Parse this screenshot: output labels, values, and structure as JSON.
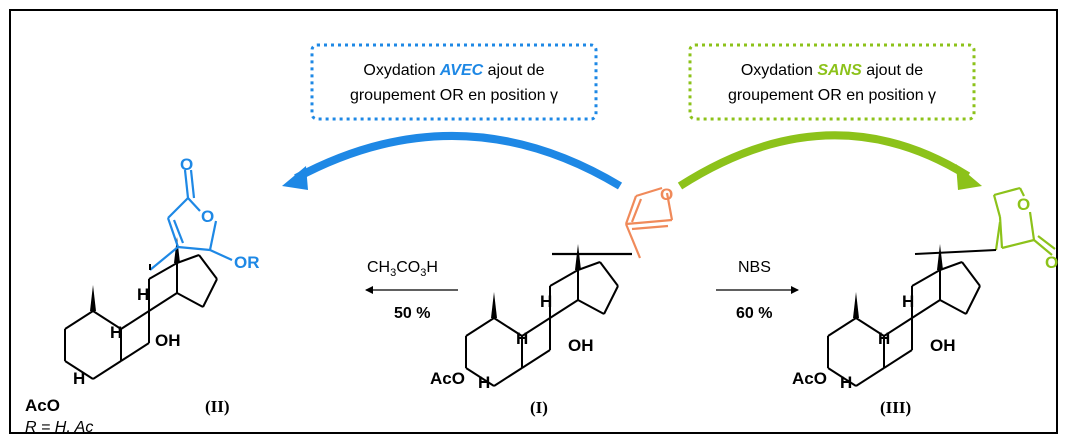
{
  "colors": {
    "blue": "#1e88e5",
    "green": "#8cc21a",
    "orange": "#f08a5a",
    "black": "#000000"
  },
  "box_left": {
    "line1_pre": "Oxydation ",
    "line1_em": "AVEC",
    "line1_post": " ajout de",
    "line2": "groupement OR en position γ"
  },
  "box_right": {
    "line1_pre": "Oxydation ",
    "line1_em": "SANS",
    "line1_post": " ajout de",
    "line2": "groupement OR en position γ"
  },
  "reaction_left": {
    "reagent_pre": "CH",
    "reagent_sub1": "3",
    "reagent_mid": "CO",
    "reagent_sub2": "3",
    "reagent_post": "H",
    "yield": "50 %"
  },
  "reaction_right": {
    "reagent": "NBS",
    "yield": "60 %"
  },
  "compounds": {
    "left": {
      "label": "(II)",
      "OR": "OR",
      "O_carbonyl": "O",
      "O_ring": "O",
      "AcO": "AcO",
      "H8": "H",
      "H9": "H",
      "H5": "H",
      "OH": "OH",
      "note": "R = H, Ac"
    },
    "center": {
      "label": "(I)",
      "O_furan": "O",
      "AcO": "AcO",
      "H8": "H",
      "H9": "H",
      "H5": "H",
      "OH": "OH"
    },
    "right": {
      "label": "(III)",
      "O_ring": "O",
      "O_carbonyl": "O",
      "AcO": "AcO",
      "H8": "H",
      "H9": "H",
      "H5": "H",
      "OH": "OH"
    }
  }
}
